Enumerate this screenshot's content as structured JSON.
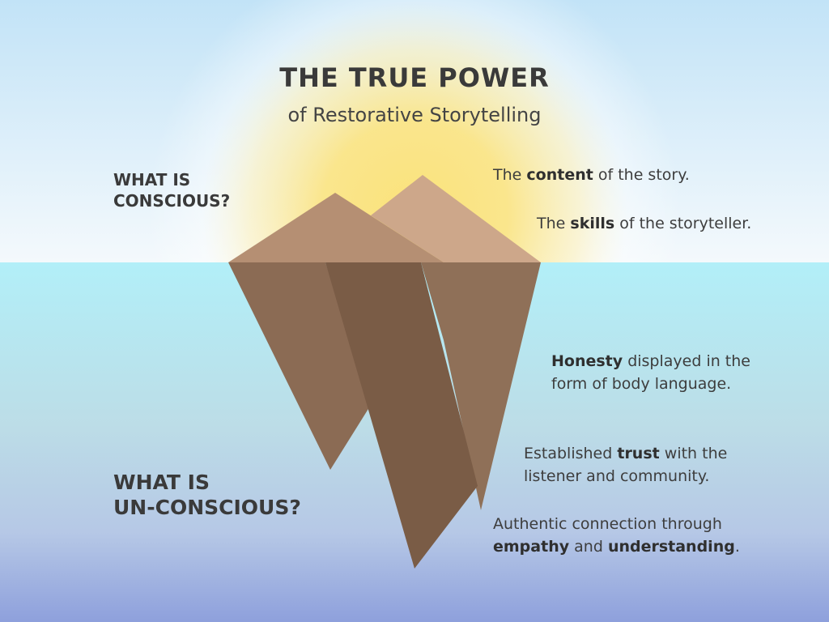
{
  "title": "THE TRUE POWER",
  "subtitle": "of Restorative Storytelling",
  "conscious": {
    "heading_line1": "WHAT IS",
    "heading_line2": "CONSCIOUS?",
    "items": [
      {
        "pre": "The ",
        "bold": "content",
        "post": " of the story."
      },
      {
        "pre": "The ",
        "bold": "skills",
        "post": " of the storyteller."
      }
    ]
  },
  "unconscious": {
    "heading_line1": "WHAT IS",
    "heading_line2": "UN-CONSCIOUS?",
    "items": [
      {
        "line1_bold": "Honesty",
        "line1_rest": " displayed in the",
        "line2": "form of body language."
      },
      {
        "line1_pre": "Established ",
        "line1_bold": "trust",
        "line1_post": " with the",
        "line2": "listener and community."
      },
      {
        "line1": "Authentic connection through",
        "line2_bold1": "empathy",
        "line2_mid": " and ",
        "line2_bold2": "understanding",
        "line2_end": "."
      }
    ]
  },
  "colors": {
    "sky_top": "#c4e4f7",
    "sun_glow": "#fbe27a",
    "water_top": "#b2eff8",
    "water_bottom": "#90a0dc",
    "peak_left": "#b58f73",
    "peak_right": "#cda78a",
    "berg_left": "#8b6b54",
    "berg_middle": "#7a5c46",
    "berg_right": "#8f7058"
  }
}
